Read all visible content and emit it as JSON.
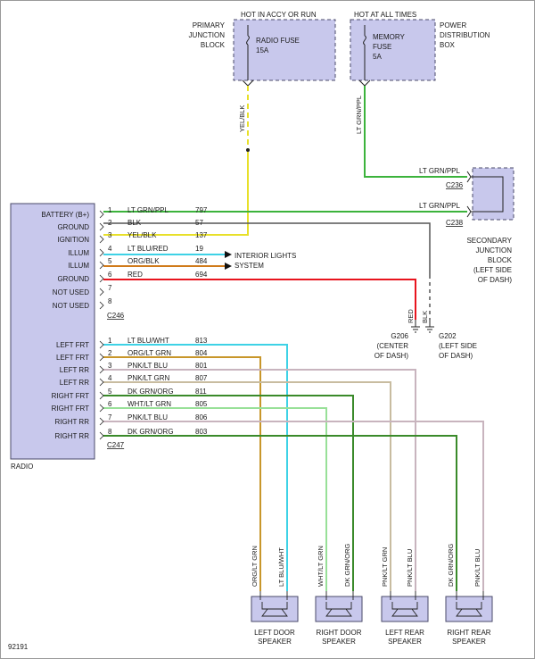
{
  "colors": {
    "lt_grn_ppl": "#3cb33c",
    "yel_blk": "#e8e02a",
    "blk": "#555555",
    "red": "#e8141e",
    "lt_blu_wht": "#3ed2e6",
    "org_lt_grn": "#c8962a",
    "pnk_lt_blu": "#c8b4be",
    "pnk_lt_grn": "#c8bca0",
    "dk_grn_org": "#3a8a2a",
    "wht_lt_grn": "#98e098",
    "box_fill": "#c8c8ec",
    "box_border": "#4a4a6a"
  },
  "labels": {
    "primary_jb": [
      "PRIMARY",
      "JUNCTION",
      "BLOCK"
    ],
    "hot_accy": "HOT IN ACCY OR RUN",
    "hot_all": "HOT AT ALL TIMES",
    "pdb": [
      "POWER",
      "DISTRIBUTION",
      "BOX"
    ],
    "radio_fuse": [
      "RADIO FUSE",
      "15A"
    ],
    "memory_fuse": [
      "MEMORY",
      "FUSE",
      "5A"
    ],
    "yel_blk_vert": "YEL/BLK",
    "lt_grn_ppl_vert": "LT GRN/PPL",
    "sjb_wire1": "LT GRN/PPL",
    "sjb_wire2": "LT GRN/PPL",
    "c236": "C236",
    "c238": "C238",
    "sjb": [
      "SECONDARY",
      "JUNCTION",
      "BLOCK",
      "(LEFT SIDE",
      "OF DASH)"
    ],
    "interior": [
      "INTERIOR LIGHTS",
      "SYSTEM"
    ],
    "red_vert": "RED",
    "blk_vert": "BLK",
    "g206": [
      "G206",
      "(CENTER",
      "OF DASH)"
    ],
    "g202": [
      "G202",
      "(LEFT SIDE",
      "OF DASH)"
    ],
    "c246": "C246",
    "c247": "C247",
    "radio": "RADIO",
    "diagram_no": "92191"
  },
  "c246_pins": [
    {
      "name": "BATTERY (B+)",
      "pin": "1",
      "color": "LT GRN/PPL",
      "circuit": "797"
    },
    {
      "name": "GROUND",
      "pin": "2",
      "color": "BLK",
      "circuit": "57"
    },
    {
      "name": "IGNITION",
      "pin": "3",
      "color": "YEL/BLK",
      "circuit": "137"
    },
    {
      "name": "ILLUM",
      "pin": "4",
      "color": "LT BLU/RED",
      "circuit": "19"
    },
    {
      "name": "ILLUM",
      "pin": "5",
      "color": "ORG/BLK",
      "circuit": "484"
    },
    {
      "name": "GROUND",
      "pin": "6",
      "color": "RED",
      "circuit": "694"
    },
    {
      "name": "NOT USED",
      "pin": "7",
      "color": "",
      "circuit": ""
    },
    {
      "name": "NOT USED",
      "pin": "8",
      "color": "",
      "circuit": ""
    }
  ],
  "c247_pins": [
    {
      "name": "LEFT FRT",
      "pin": "1",
      "color": "LT BLU/WHT",
      "circuit": "813"
    },
    {
      "name": "LEFT FRT",
      "pin": "2",
      "color": "ORG/LT GRN",
      "circuit": "804"
    },
    {
      "name": "LEFT RR",
      "pin": "3",
      "color": "PNK/LT BLU",
      "circuit": "801"
    },
    {
      "name": "LEFT RR",
      "pin": "4",
      "color": "PNK/LT GRN",
      "circuit": "807"
    },
    {
      "name": "RIGHT FRT",
      "pin": "5",
      "color": "DK GRN/ORG",
      "circuit": "811"
    },
    {
      "name": "RIGHT FRT",
      "pin": "6",
      "color": "WHT/LT GRN",
      "circuit": "805"
    },
    {
      "name": "RIGHT RR",
      "pin": "7",
      "color": "PNK/LT BLU",
      "circuit": "806"
    },
    {
      "name": "RIGHT RR",
      "pin": "8",
      "color": "DK GRN/ORG",
      "circuit": "803"
    }
  ],
  "speakers": [
    {
      "name": [
        "LEFT DOOR",
        "SPEAKER"
      ],
      "wires": [
        "ORG/LT GRN",
        "LT BLU/WHT"
      ]
    },
    {
      "name": [
        "RIGHT DOOR",
        "SPEAKER"
      ],
      "wires": [
        "WHT/LT GRN",
        "DK GRN/ORG"
      ]
    },
    {
      "name": [
        "LEFT REAR",
        "SPEAKER"
      ],
      "wires": [
        "PNK/LT GRN",
        "PNK/LT BLU"
      ]
    },
    {
      "name": [
        "RIGHT REAR",
        "SPEAKER"
      ],
      "wires": [
        "DK GRN/ORG",
        "PNK/LT BLU"
      ]
    }
  ]
}
